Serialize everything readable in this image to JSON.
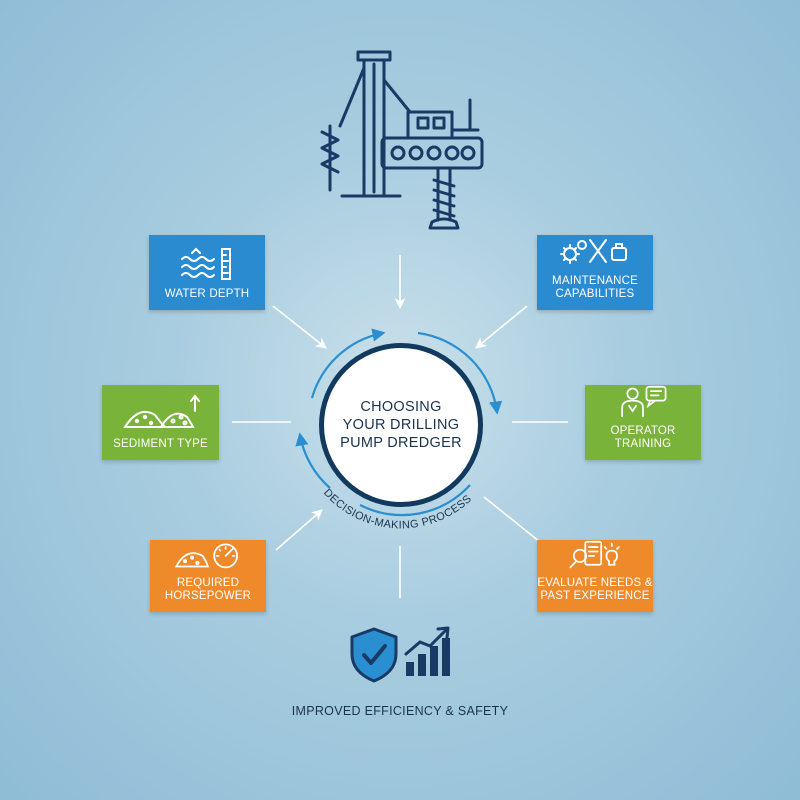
{
  "center": {
    "title": "CHOOSING\nYOUR DRILLING\nPUMP DREDGER",
    "ring_label": "DECISION-MAKING PROCESS"
  },
  "factors": {
    "water_depth": {
      "label": "WATER DEPTH",
      "icon": "water-depth-icon",
      "color": "#2b8bd1"
    },
    "maintenance": {
      "label": "MAINTENANCE\nCAPABILITIES",
      "icon": "tools-icon",
      "color": "#2b8bd1"
    },
    "sediment": {
      "label": "SEDIMENT TYPE",
      "icon": "sediment-icon",
      "color": "#7ab33a"
    },
    "operator": {
      "label": "OPERATOR TRAINING",
      "icon": "operator-icon",
      "color": "#7ab33a"
    },
    "horsepower": {
      "label": "REQUIRED\nHORSEPOWER",
      "icon": "gauge-icon",
      "color": "#ee8a2a"
    },
    "evaluate": {
      "label": "EVALUATE NEEDS &\nPAST EXPERIENCE",
      "icon": "evaluate-icon",
      "color": "#ee8a2a"
    }
  },
  "outcome": {
    "label": "IMPROVED EFFICIENCY & SAFETY",
    "icons": [
      "shield-check-icon",
      "growth-chart-icon"
    ]
  },
  "header_icon": "dredger-icon"
}
